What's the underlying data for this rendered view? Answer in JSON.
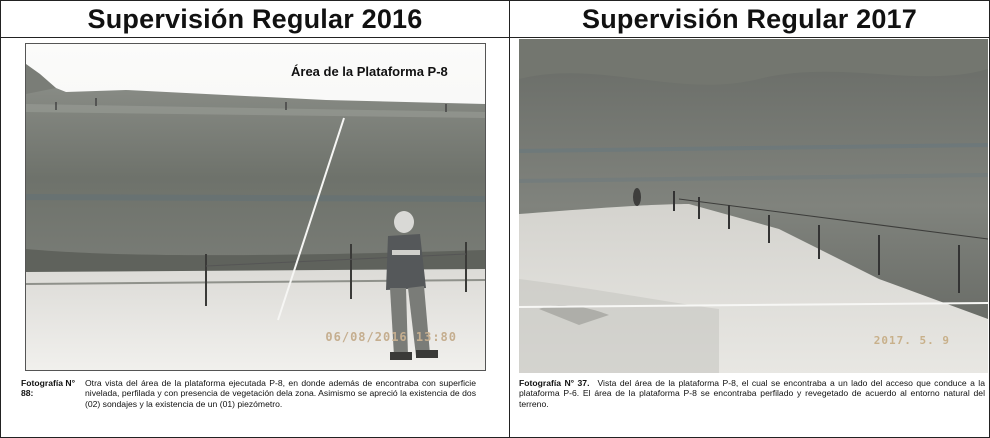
{
  "left": {
    "title": "Supervisión Regular 2016",
    "photo_label": "Área de la Plataforma P-8",
    "timestamp": "06/08/2016 13:80",
    "caption_label": "Fotografía N° 88:",
    "caption_text": "Otra vista del área de la plataforma ejecutada P-8, en donde además de encontraba con superficie nivelada, perfilada y con presencia de vegetación dela zona. Asimismo se apreció la existencia de dos (02) sondajes y la existencia de un (01) piezómetro."
  },
  "right": {
    "title": "Supervisión Regular 2017",
    "timestamp": "2017. 5. 9",
    "caption_label": "Fotografía N° 37.",
    "caption_text": "Vista del área de la plataforma P-8, el cual se encontraba a un lado del acceso que conduce a la plataforma P-6. El área de la plataforma P-8 se encontraba perfilado y revegetado de acuerdo al entorno natural del terreno."
  },
  "colors": {
    "sky": "#f4f4f2",
    "hill_dark": "#6b6f68",
    "ground_light": "#e9e8e4",
    "border": "#222222"
  }
}
